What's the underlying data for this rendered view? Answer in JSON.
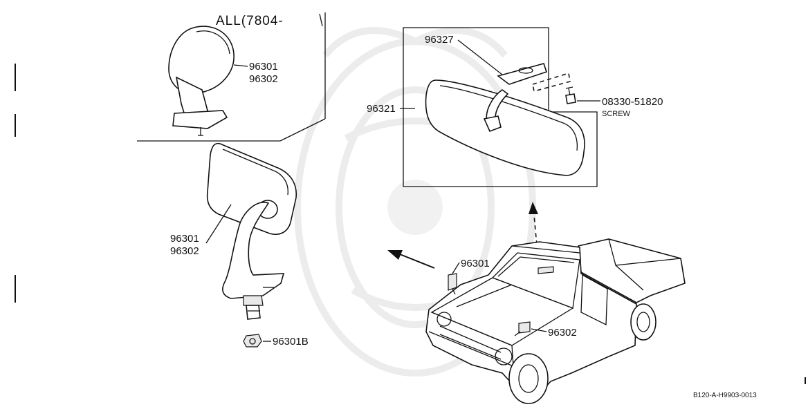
{
  "diagram": {
    "callouts": {
      "all_date_label": "ALL(7804-",
      "upper_mirror_part_a": "96301",
      "upper_mirror_part_b": "96302",
      "door_mirror_part_a": "96301",
      "door_mirror_part_b": "96302",
      "nut_part": "96301B",
      "bracket_part": "96327",
      "inner_mirror_part": "96321",
      "screw_part": "08330-51820",
      "screw_label": "SCREW",
      "truck_left_mirror_part": "96301",
      "truck_right_mirror_part": "96302"
    },
    "image_code": "B120-A-H9903-0013"
  }
}
